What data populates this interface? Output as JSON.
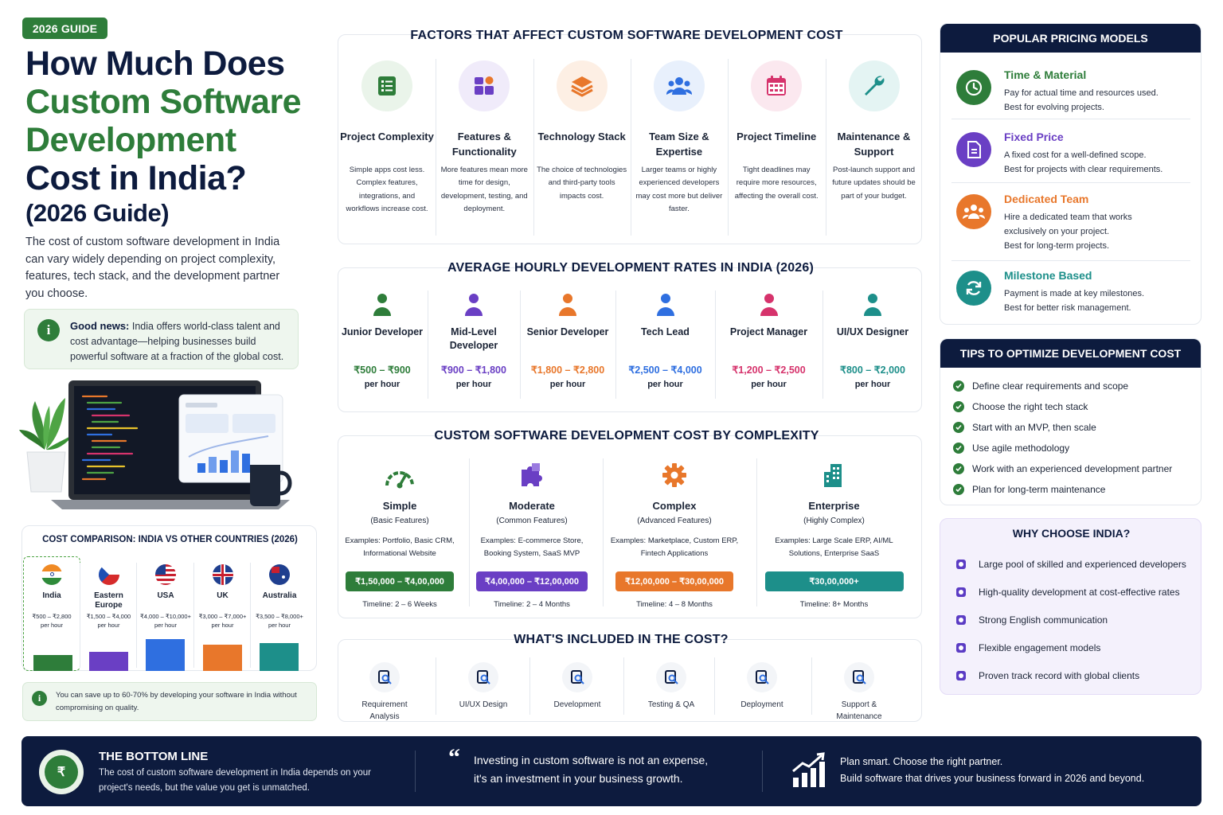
{
  "badge": "2026 GUIDE",
  "hero": {
    "line1": "How Much Does",
    "line2": "Custom Software",
    "line3": "Development",
    "line4": "Cost in India?",
    "line5": "(2026 Guide)"
  },
  "intro": "The cost of custom software development in India can vary widely depending on project complexity, features, tech stack, and the development partner you choose.",
  "good_news": {
    "label": "Good news:",
    "text": "India offers world-class talent and cost advantage—helping businesses build powerful software at a fraction of the global cost."
  },
  "factors": {
    "title": "FACTORS THAT AFFECT CUSTOM SOFTWARE DEVELOPMENT COST",
    "items": [
      {
        "name": "Project Complexity",
        "desc": "Simple apps cost less. Complex features, integrations, and workflows increase cost.",
        "icon": "list-icon",
        "color": "#2e7d3a",
        "bg": "#eaf4ea"
      },
      {
        "name": "Features & Functionality",
        "desc": "More features mean more time for design, development, testing, and deployment.",
        "icon": "widgets-icon",
        "color": "#6a3fc4",
        "bg": "#f0ebfa"
      },
      {
        "name": "Technology Stack",
        "desc": "The choice of technologies and third-party tools impacts cost.",
        "icon": "layers-icon",
        "color": "#e8772b",
        "bg": "#fdefe4"
      },
      {
        "name": "Team Size & Expertise",
        "desc": "Larger teams or highly experienced developers may cost more but deliver faster.",
        "icon": "team-icon",
        "color": "#2f6fe0",
        "bg": "#e8f0fc"
      },
      {
        "name": "Project Timeline",
        "desc": "Tight deadlines may require more resources, affecting the overall cost.",
        "icon": "calendar-icon",
        "color": "#d6336c",
        "bg": "#fbe8ef"
      },
      {
        "name": "Maintenance & Support",
        "desc": "Post-launch support and future updates should be part of your budget.",
        "icon": "wrench-icon",
        "color": "#1d8f8a",
        "bg": "#e4f4f3"
      }
    ]
  },
  "rates": {
    "title": "AVERAGE HOURLY DEVELOPMENT RATES IN INDIA (2026)",
    "items": [
      {
        "name": "Junior Developer",
        "price": "₹500 – ₹900",
        "unit": "per hour",
        "color": "#2e7d3a",
        "icon": "junior-developer-icon"
      },
      {
        "name": "Mid-Level Developer",
        "price": "₹900 – ₹1,800",
        "unit": "per hour",
        "color": "#6a3fc4",
        "icon": "mid-level-developer-icon"
      },
      {
        "name": "Senior Developer",
        "price": "₹1,800 – ₹2,800",
        "unit": "per hour",
        "color": "#e8772b",
        "icon": "senior-developer-icon"
      },
      {
        "name": "Tech Lead",
        "price": "₹2,500 – ₹4,000",
        "unit": "per hour",
        "color": "#2f6fe0",
        "icon": "tech-lead-icon"
      },
      {
        "name": "Project Manager",
        "price": "₹1,200 – ₹2,500",
        "unit": "per hour",
        "color": "#d6336c",
        "icon": "project-manager-icon"
      },
      {
        "name": "UI/UX Designer",
        "price": "₹800 – ₹2,000",
        "unit": "per hour",
        "color": "#1d8f8a",
        "icon": "designer-icon"
      }
    ]
  },
  "complexity": {
    "title": "CUSTOM SOFTWARE DEVELOPMENT COST BY COMPLEXITY",
    "items": [
      {
        "name": "Simple",
        "sub": "(Basic Features)",
        "examples": "Examples: Portfolio, Basic CRM, Informational Website",
        "price": "₹1,50,000 – ₹4,00,000",
        "timeline": "Timeline: 2 – 6 Weeks",
        "color": "#2e7d3a",
        "icon": "gauge-icon"
      },
      {
        "name": "Moderate",
        "sub": "(Common Features)",
        "examples": "Examples: E-commerce Store, Booking System, SaaS MVP",
        "price": "₹4,00,000 – ₹12,00,000",
        "timeline": "Timeline: 2 – 4 Months",
        "color": "#6a3fc4",
        "icon": "puzzle-icon"
      },
      {
        "name": "Complex",
        "sub": "(Advanced Features)",
        "examples": "Examples: Marketplace, Custom ERP, Fintech Applications",
        "price": "₹12,00,000 – ₹30,00,000",
        "timeline": "Timeline: 4 – 8 Months",
        "color": "#e8772b",
        "icon": "cog-icon"
      },
      {
        "name": "Enterprise",
        "sub": "(Highly Complex)",
        "examples": "Examples: Large Scale ERP, AI/ML Solutions, Enterprise SaaS",
        "price": "₹30,00,000+",
        "timeline": "Timeline: 8+ Months",
        "color": "#1d8f8a",
        "icon": "building-icon"
      }
    ]
  },
  "included": {
    "title": "WHAT'S INCLUDED IN THE COST?",
    "items": [
      {
        "name": "Requirement Analysis",
        "icon": "requirement-analysis-icon"
      },
      {
        "name": "UI/UX Design",
        "icon": "design-icon"
      },
      {
        "name": "Development",
        "icon": "development-icon"
      },
      {
        "name": "Testing & QA",
        "icon": "testing-icon"
      },
      {
        "name": "Deployment",
        "icon": "deployment-icon"
      },
      {
        "name": "Support & Maintenance",
        "icon": "support-icon"
      }
    ]
  },
  "comparison": {
    "title": "COST COMPARISON: INDIA VS OTHER COUNTRIES (2026)",
    "items": [
      {
        "name": "India",
        "price": "₹500 – ₹2,800",
        "unit": "per hour",
        "color": "#2e7d3a",
        "value": 1650
      },
      {
        "name": "Eastern Europe",
        "price": "₹1,500 – ₹4,000",
        "unit": "per hour",
        "color": "#6a3fc4",
        "value": 2750
      },
      {
        "name": "USA",
        "price": "₹4,000 – ₹10,000+",
        "unit": "per hour",
        "color": "#2f6fe0",
        "value": 7000
      },
      {
        "name": "UK",
        "price": "₹3,000 – ₹7,000+",
        "unit": "per hour",
        "color": "#e8772b",
        "value": 5000
      },
      {
        "name": "Australia",
        "price": "₹3,500 – ₹8,000+",
        "unit": "per hour",
        "color": "#1d8f8a",
        "value": 5750
      }
    ],
    "note": "You can save up to 60-70% by developing your software in India without compromising on quality."
  },
  "pricing": {
    "title": "POPULAR PRICING MODELS",
    "items": [
      {
        "name": "Time & Material",
        "line1": "Pay for actual time and resources used.",
        "line2": "Best for evolving projects.",
        "line3": "",
        "color": "#2e7d3a",
        "icon": "clock-icon"
      },
      {
        "name": "Fixed Price",
        "line1": "A fixed cost for a well-defined scope.",
        "line2": "Best for projects with clear requirements.",
        "line3": "",
        "color": "#6a3fc4",
        "icon": "document-icon"
      },
      {
        "name": "Dedicated Team",
        "line1": "Hire a dedicated team that works",
        "line2": "exclusively on your project.",
        "line3": "Best for long-term projects.",
        "color": "#e8772b",
        "icon": "group-icon"
      },
      {
        "name": "Milestone Based",
        "line1": "Payment is made at key milestones.",
        "line2": "Best for better risk management.",
        "line3": "",
        "color": "#1d8f8a",
        "icon": "refresh-icon"
      }
    ]
  },
  "tips": {
    "title": "TIPS TO OPTIMIZE DEVELOPMENT COST",
    "items": [
      "Define clear requirements and scope",
      "Choose the right tech stack",
      "Start with an MVP, then scale",
      "Use agile methodology",
      "Work with an experienced development partner",
      "Plan for long-term maintenance"
    ]
  },
  "why": {
    "title": "WHY CHOOSE INDIA?",
    "items": [
      "Large pool of skilled and experienced developers",
      "High-quality development at cost-effective rates",
      "Strong English communication",
      "Flexible engagement models",
      "Proven track record with global clients"
    ]
  },
  "bottom": {
    "title": "THE BOTTOM LINE",
    "text1": "The cost of custom software development in India depends on your",
    "text2": "project's needs, but the value you get is unmatched.",
    "quote1": "Investing in custom software is not an expense,",
    "quote2": "it's an investment in your business growth.",
    "cta1": "Plan smart. Choose the right partner.",
    "cta2": "Build software that drives your business forward in 2026 and beyond."
  },
  "colors": {
    "navy": "#0d1b3e",
    "green": "#2e7d3a",
    "purple": "#6a3fc4",
    "orange": "#e8772b",
    "blue": "#2f6fe0",
    "teal": "#1d8f8a"
  }
}
